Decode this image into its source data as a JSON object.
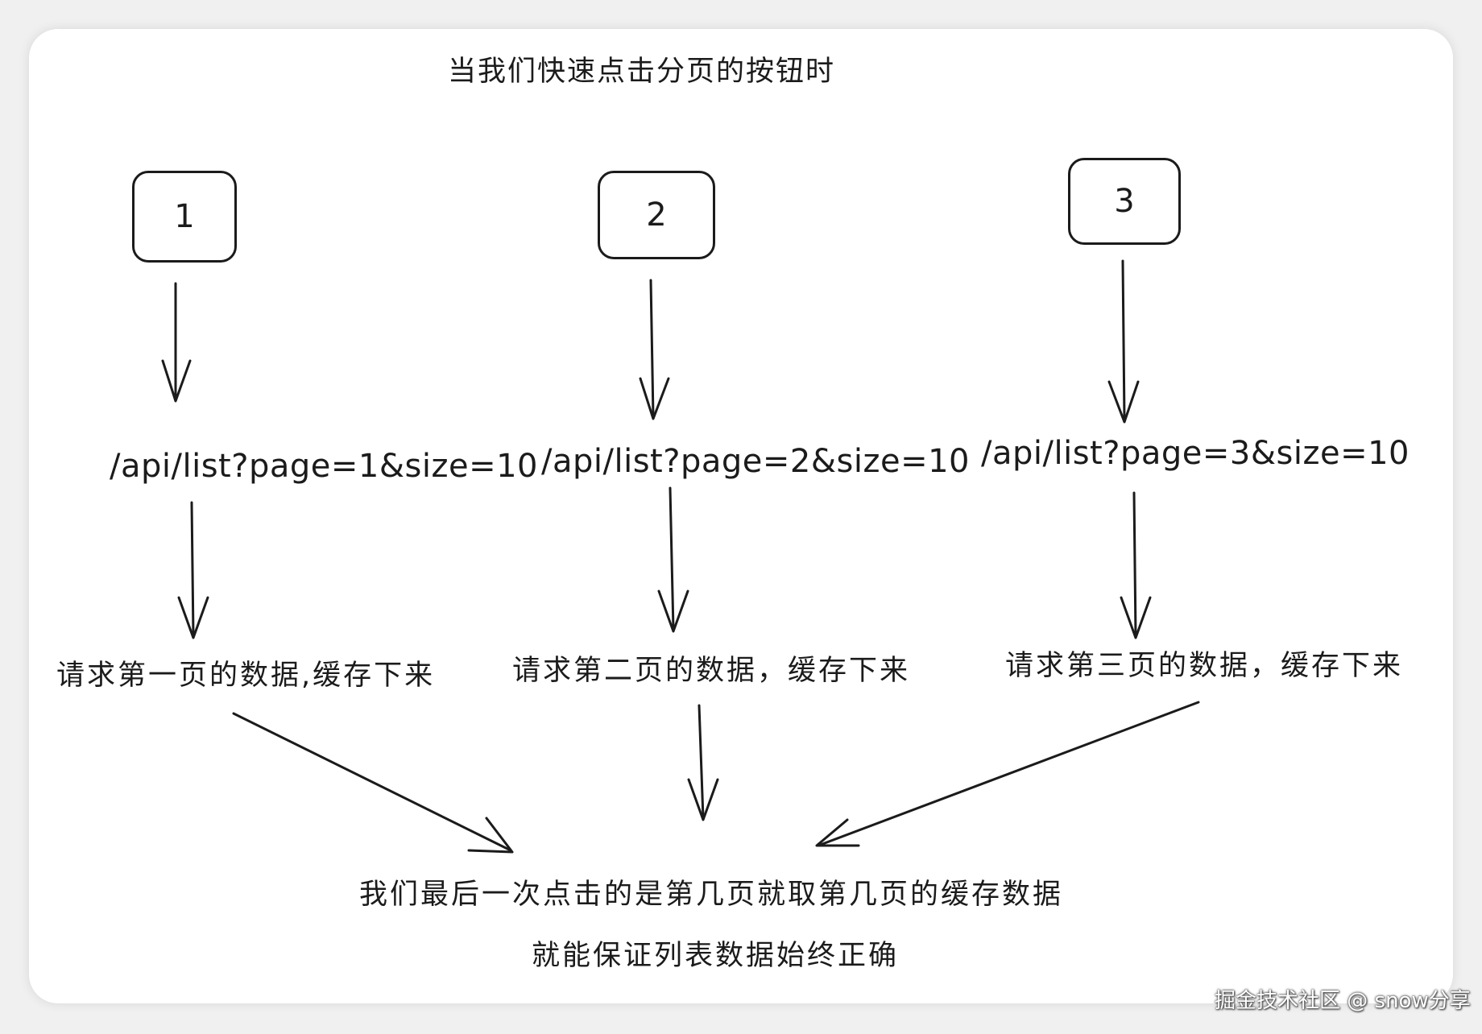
{
  "title": "当我们快速点击分页的按钮时",
  "pages": [
    {
      "label": "1",
      "request_url": "/api/list?page=1&size=10",
      "cache_text": "请求第一页的数据,缓存下来"
    },
    {
      "label": "2",
      "request_url": "/api/list?page=2&size=10",
      "cache_text": "请求第二页的数据，缓存下来"
    },
    {
      "label": "3",
      "request_url": "/api/list?page=3&size=10",
      "cache_text": "请求第三页的数据，缓存下来"
    }
  ],
  "conclusion": {
    "line1": "我们最后一次点击的是第几页就取第几页的缓存数据",
    "line2": "就能保证列表数据始终正确"
  },
  "watermark": "掘金技术社区 @ snow分享"
}
